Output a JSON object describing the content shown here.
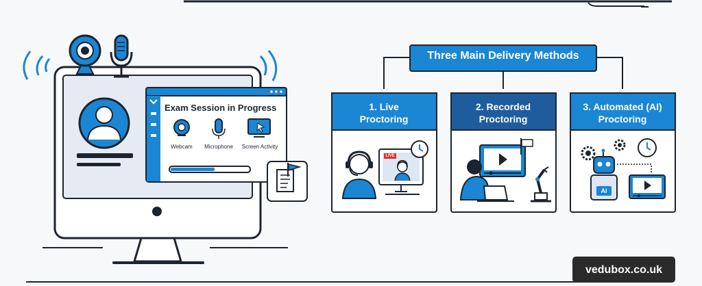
{
  "session": {
    "title": "Exam Session in Progress",
    "devices": [
      "Webcam",
      "Microphone",
      "Screen Activity"
    ]
  },
  "diagram": {
    "root": "Three Main Delivery Methods",
    "methods": [
      {
        "line1": "1. Live",
        "line2": "Proctoring",
        "badge": "LIVE"
      },
      {
        "line1": "2. Recorded",
        "line2": "Proctoring"
      },
      {
        "line1": "3. Automated (AI)",
        "line2": "Proctoring",
        "badge": "AI"
      }
    ]
  },
  "brand": "vedubox.co.uk",
  "colors": {
    "accent": "#1a86d4",
    "dark": "#1c2430",
    "brand_bg": "#2b2b2b",
    "card_header": "#1a86d4"
  },
  "icons": [
    "webcam-icon",
    "microphone-icon",
    "screen-activity-icon",
    "user-avatar-icon",
    "document-flag-icon",
    "live-proctor-icon",
    "recorded-proctor-icon",
    "ai-robot-icon"
  ]
}
